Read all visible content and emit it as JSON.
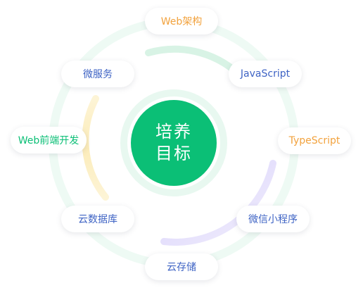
{
  "center": {
    "line1": "培养",
    "line2": "目标"
  },
  "nodes": [
    {
      "id": "web-arch",
      "label": "Web架构",
      "color": "#f2a23d"
    },
    {
      "id": "javascript",
      "label": "JavaScript",
      "color": "#3e63c4"
    },
    {
      "id": "typescript",
      "label": "TypeScript",
      "color": "#f2a23d"
    },
    {
      "id": "miniprogram",
      "label": "微信小程序",
      "color": "#3e63c4"
    },
    {
      "id": "cloud-store",
      "label": "云存储",
      "color": "#3e63c4"
    },
    {
      "id": "cloud-db",
      "label": "云数据库",
      "color": "#3e63c4"
    },
    {
      "id": "web-front",
      "label": "Web前端开发",
      "color": "#0bbf76"
    },
    {
      "id": "micro",
      "label": "微服务",
      "color": "#3e63c4"
    }
  ],
  "colors": {
    "accent": "#0bbf76",
    "ring": "#e6f7ef",
    "arc_green": "#d8f3e5",
    "arc_yellow": "#fdf0c8",
    "arc_purple": "#e6e0fb"
  }
}
